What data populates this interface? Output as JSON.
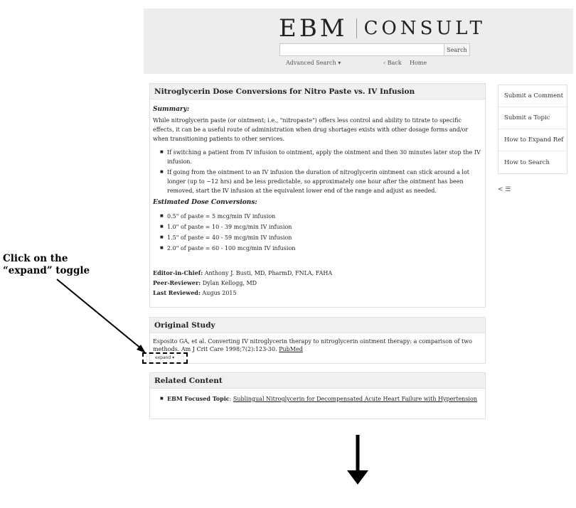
{
  "header": {
    "logo_left": "EBM",
    "logo_right": "CONSULT",
    "search_placeholder": "",
    "search_button": "Search",
    "advanced_search": "Advanced Search ▾",
    "back": "‹ Back",
    "home": "Home"
  },
  "article": {
    "title": "Nitroglycerin Dose Conversions for Nitro Paste vs. IV Infusion",
    "summary_heading": "Summary:",
    "summary_text": "While nitroglycerin paste (or ointment; i.e., \"nitropaste\") offers less control and ability to titrate to specific effects, it can be a useful route of administration when drug shortages exists with other dosage forms and/or when transitioning patients to other services.",
    "bullets": [
      "If switching a patient from IV infusion to ointment, apply the ointment and then 30 minutes later stop the IV infusion.",
      "If going from the ointment to an IV infusion the duration of nitroglycerin ointment can stick around a lot longer (up to ~12 hrs) and be less predictable, so approximately one hour after the ointment has been removed, start the IV infusion at the equivalent lower end of the range and adjust as needed."
    ],
    "conversions_heading": "Estimated Dose Conversions:",
    "conversions": [
      "0.5\" of paste = 5 mcg/min IV infusion",
      "1.0\" of paste = 10 - 39 mcg/min IV infusion",
      "1.5\" of paste = 40 - 59 mcg/min IV infusion",
      "2.0\" of paste = 60 - 100 mcg/min IV infusion"
    ],
    "editor_label": "Editor-in-Chief:",
    "editor_value": "Anthony J. Busti, MD, PharmD, FNLA, FAHA",
    "reviewer_label": "Peer-Reviewer:",
    "reviewer_value": "Dylan Kellogg, MD",
    "reviewed_label": "Last Reviewed:",
    "reviewed_value": "Augus 2015"
  },
  "original_study": {
    "title": "Original Study",
    "citation": "Esposito GA, et al. Converting IV nitroglycerin therapy to nitroglycerin ointment therapy: a comparison of two methods. Am J Crit Care 1998;7(2):123-30.",
    "pubmed": "PubMed",
    "expand": "expand ▾"
  },
  "related": {
    "title": "Related Content",
    "item_label": "EBM Focused Topic",
    "item_link": "Sublingual Nitroglycerin for Decompensated Acute Heart Failure with Hypertension"
  },
  "sidebar": {
    "items": [
      "Submit a Comment",
      "Submit a Topic",
      "How to Expand Ref",
      "How to Search"
    ],
    "share_icons": "< ☰"
  },
  "annotation": {
    "line1": "Click on the",
    "line2": "“expand” toggle"
  },
  "icons": [
    "share-icon",
    "print-icon",
    "arrow-down-icon",
    "pointer-arrow"
  ]
}
